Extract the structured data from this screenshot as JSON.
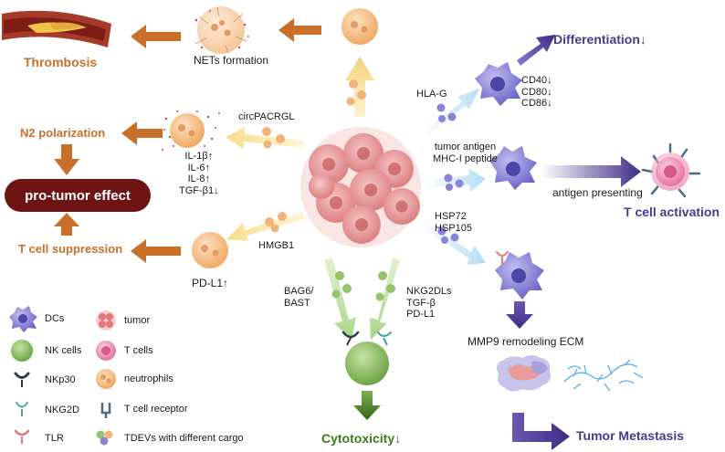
{
  "labels": {
    "thrombosis": "Thrombosis",
    "nets_formation": "NETs formation",
    "n2_polarization": "N2 polarization",
    "pro_tumor_effect": "pro-tumor effect",
    "t_cell_suppression": "T cell suppression",
    "circpacrgl": "circPACRGL",
    "cytokines": [
      "IL-1β↑",
      "IL-6↑",
      "IL-8↑",
      "TGF-β1↓"
    ],
    "hmgb1": "HMGB1",
    "pdl1_up": "PD-L1↑",
    "hla_g": "HLA-G",
    "differentiation": "Differentiation↓",
    "cd_markers": [
      "CD40↓",
      "CD80↓",
      "CD86↓"
    ],
    "tumor_antigen": [
      "tumor antigen",
      "MHC-I peptide"
    ],
    "antigen_presenting": "antigen presenting",
    "t_cell_activation": "T cell activation",
    "hsp": [
      "HSP72",
      "HSP105"
    ],
    "mmp9": "MMP9 remodeling ECM",
    "tumor_metastasis": "Tumor Metastasis",
    "bag6": [
      "BAG6/",
      "BAST"
    ],
    "nkg2dls": [
      "NKG2DLs",
      "TGF-β",
      "PD-L1"
    ],
    "cytotoxicity": "Cytotoxicity↓"
  },
  "legend": [
    {
      "icon": "dc-cell-icon",
      "label": "DCs"
    },
    {
      "icon": "nk-cell-icon",
      "label": "NK cells"
    },
    {
      "icon": "nkp30-receptor-icon",
      "label": "NKp30"
    },
    {
      "icon": "nkg2d-receptor-icon",
      "label": "NKG2D"
    },
    {
      "icon": "tlr-receptor-icon",
      "label": "TLR"
    },
    {
      "icon": "tumor-icon",
      "label": "tumor"
    },
    {
      "icon": "t-cell-icon",
      "label": "T cells"
    },
    {
      "icon": "neutrophil-icon",
      "label": "neutrophils"
    },
    {
      "icon": "t-cell-receptor-icon",
      "label": "T cell receptor"
    },
    {
      "icon": "tdev-icon",
      "label": "TDEVs with different cargo"
    }
  ],
  "colors": {
    "brown_arrow": "#c8702a",
    "purple_arrow": "#3f2b86",
    "green_arrow": "#3c6e1e",
    "neutrophil": "#f3b77a",
    "tumor": "#e99a9a",
    "dc": "#8b83d6",
    "nk": "#93c36a",
    "t_cell": "#ef8fb4"
  }
}
